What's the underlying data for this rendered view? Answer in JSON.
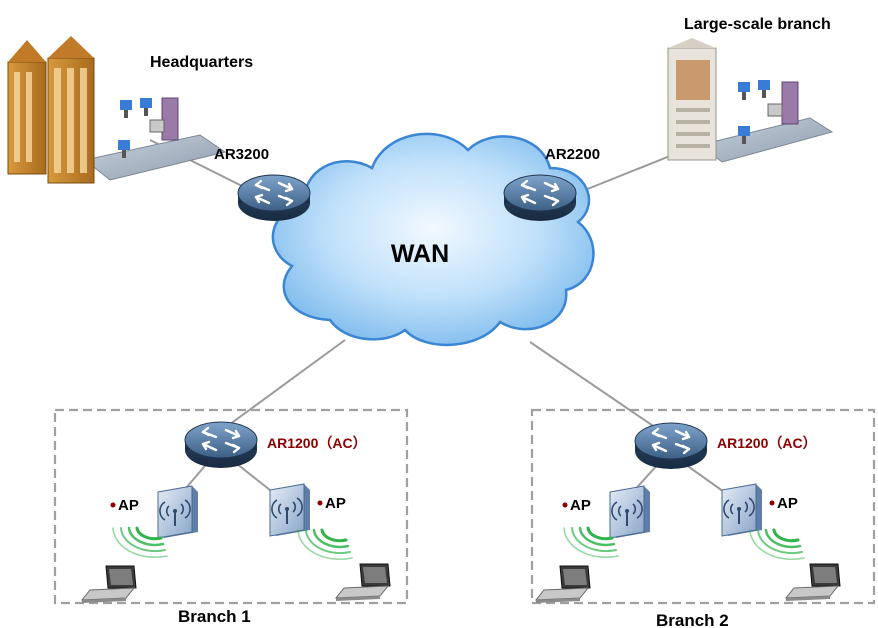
{
  "wan": {
    "label": "WAN"
  },
  "headquarters": {
    "label": "Headquarters",
    "router": "AR3200"
  },
  "large_branch": {
    "label": "Large-scale branch",
    "router": "AR2200"
  },
  "branch1": {
    "label": "Branch 1",
    "router": "AR1200（AC）",
    "ap_left": "AP",
    "ap_right": "AP"
  },
  "branch2": {
    "label": "Branch 2",
    "router": "AR1200（AC）",
    "ap_left": "AP",
    "ap_right": "AP"
  },
  "colors": {
    "cloud_fill": "#a9d4f5",
    "cloud_stroke": "#3b86d4",
    "router_body": "#3d5f86",
    "ac_label": "#8b0000",
    "signal": "#2fb34a",
    "link": "#9b9b9b",
    "box_dash": "#a0a0a0"
  }
}
